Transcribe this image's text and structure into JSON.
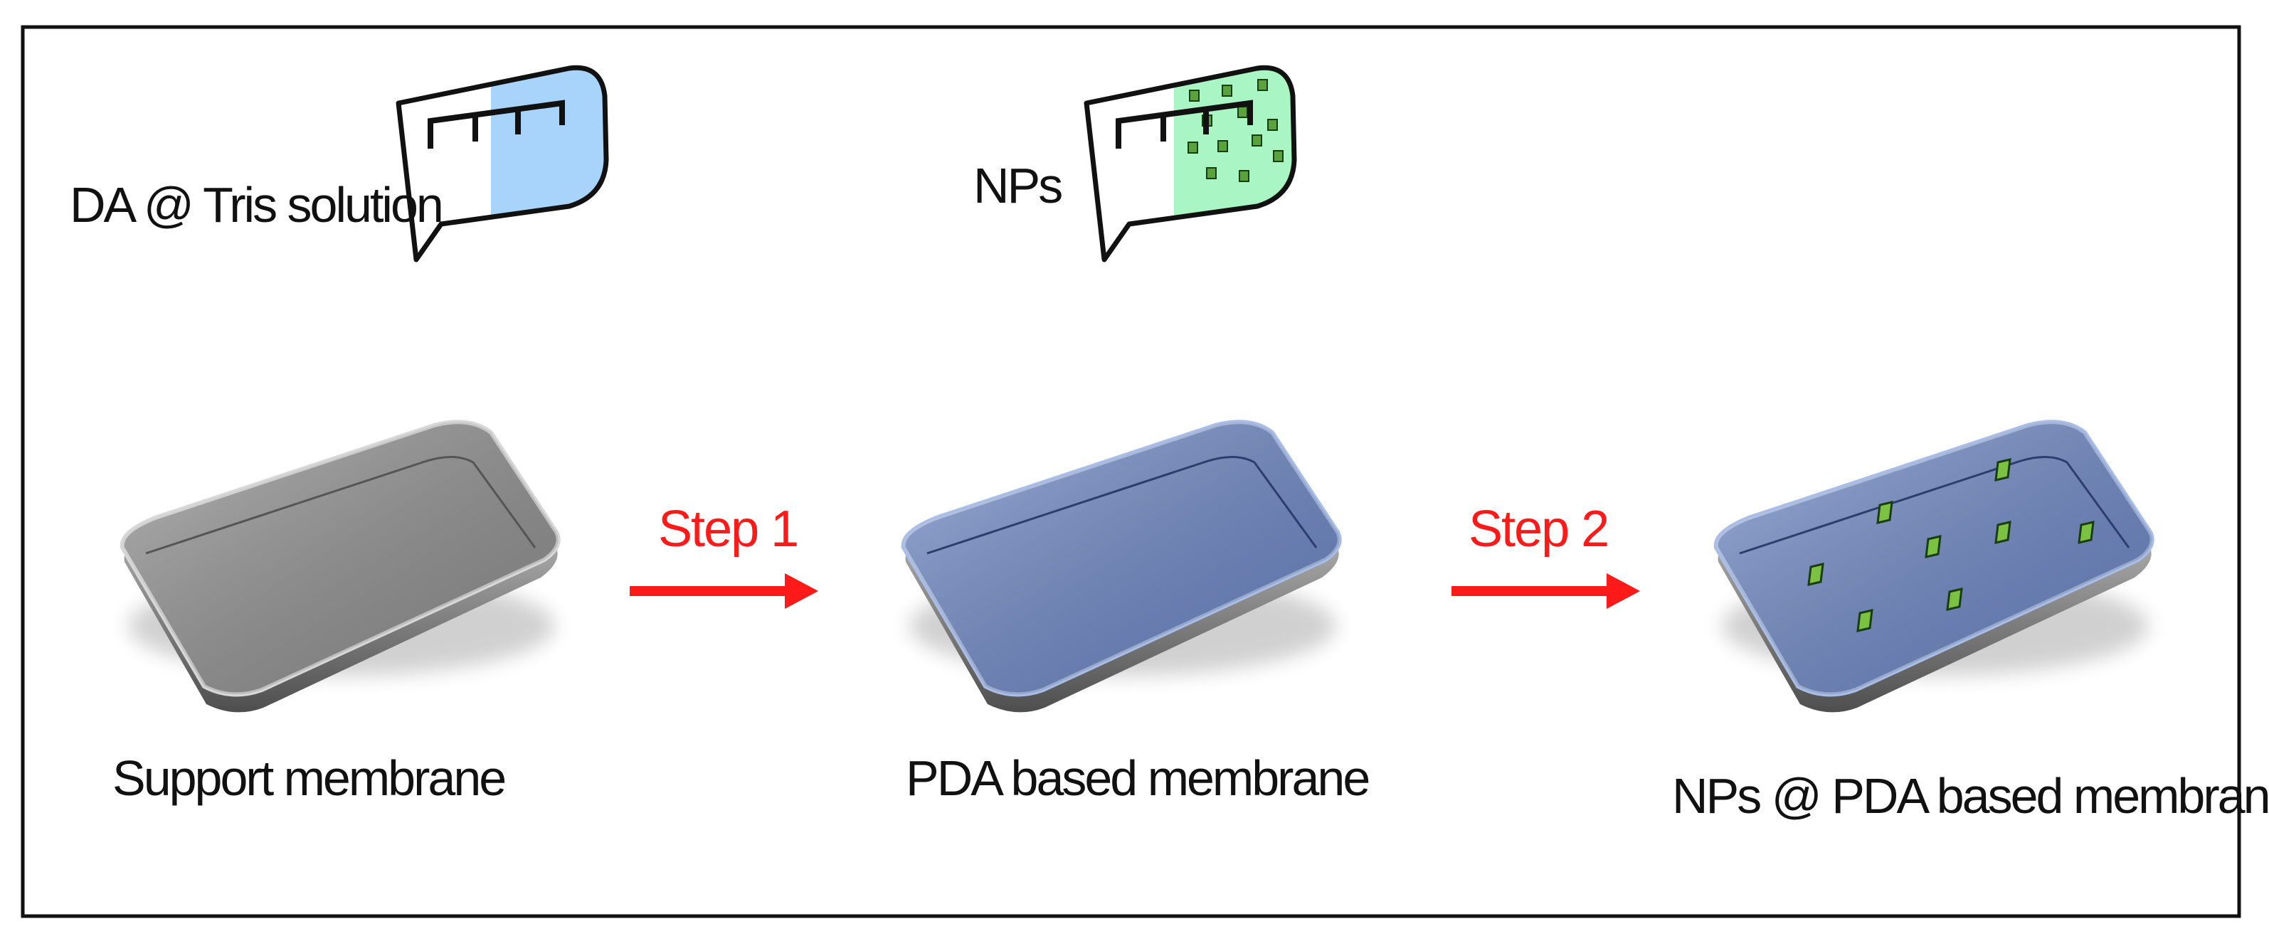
{
  "reagents": [
    {
      "label": "DA @ Tris solution",
      "fill_color": "#a8d4fb",
      "particles": false
    },
    {
      "label": "NPs",
      "fill_color": "#aaf5c4",
      "particles": true,
      "particle_color": "#5aa23a"
    }
  ],
  "membranes": [
    {
      "label": "Support membrane",
      "surface_color": "#8f8f8f",
      "particles": false
    },
    {
      "label": "PDA based membrane",
      "surface_color": "#6c86c4",
      "particles": false
    },
    {
      "label": "NPs @ PDA based membrane",
      "surface_color": "#6c86c4",
      "particles": true,
      "particle_color": "#7cc242"
    }
  ],
  "steps": [
    {
      "label": "Step 1",
      "color": "#ff1a1a"
    },
    {
      "label": "Step 2",
      "color": "#ff1a1a"
    }
  ],
  "frame_color": "#111111"
}
